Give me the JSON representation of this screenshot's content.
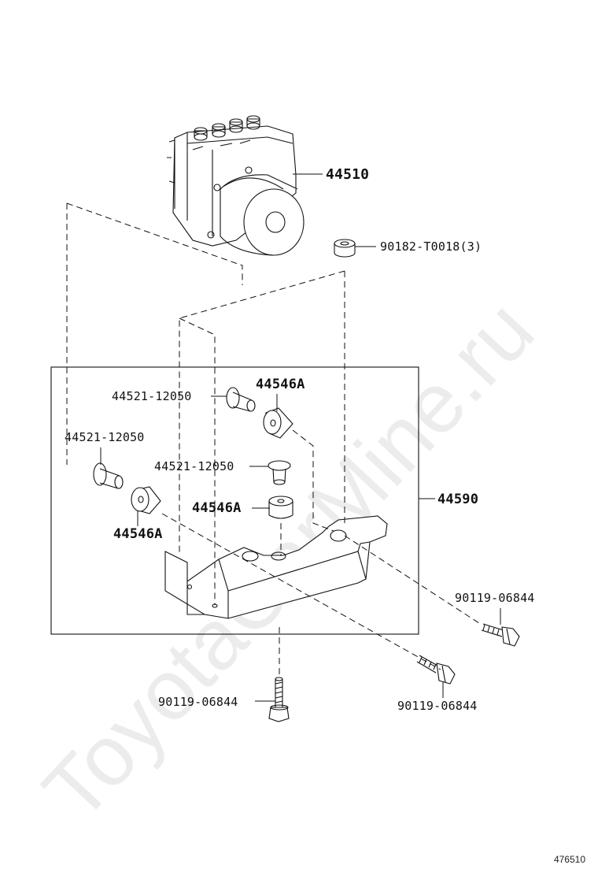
{
  "watermark": "ToyotaCarMine.ru",
  "diagram_id": "476510",
  "parts": {
    "actuator": "44510",
    "nut": "90182-T0018",
    "nut_qty": "(3)",
    "bracket": "44590",
    "collar_1": "44521-12050",
    "collar_2": "44521-12050",
    "collar_3": "44521-12050",
    "cushion_1": "44546A",
    "cushion_2": "44546A",
    "cushion_3": "44546A",
    "bolt_1": "90119-06844",
    "bolt_2": "90119-06844",
    "bolt_3": "90119-06844"
  }
}
